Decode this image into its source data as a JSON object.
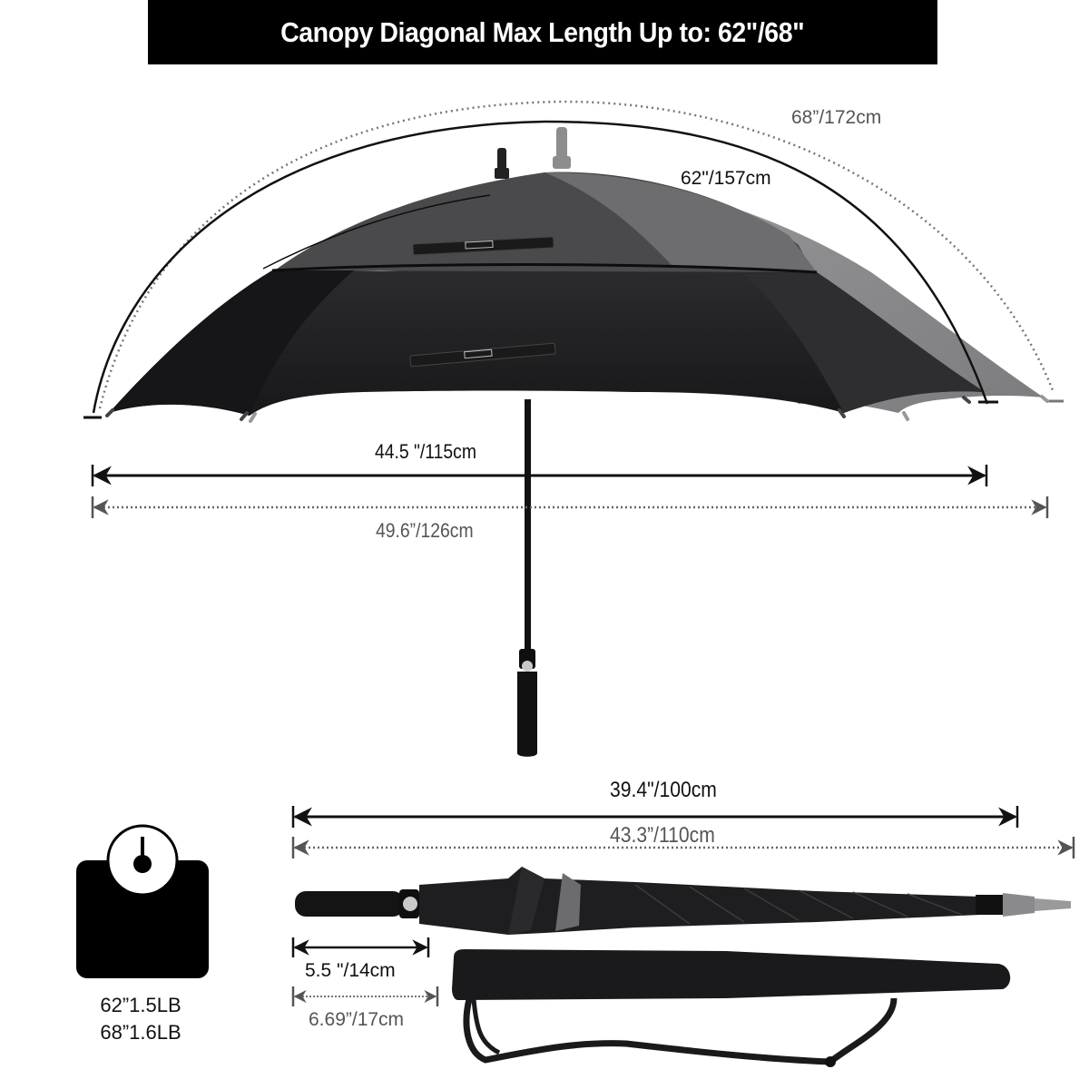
{
  "title": "Canopy Diagonal Max Length Up to: 62\"/68\"",
  "canopy_arc": {
    "inner_label": "62\"/157cm",
    "outer_label": "68”/172cm"
  },
  "open_width": {
    "inner_label": "44.5 \"/115cm",
    "outer_label": "49.6”/126cm"
  },
  "closed_length": {
    "inner_label": "39.4\"/100cm",
    "outer_label": "43.3”/110cm"
  },
  "handle_length": {
    "inner_label": "5.5 \"/14cm",
    "outer_label": "6.69”/17cm"
  },
  "weight": {
    "icon": "scale-icon",
    "lines": [
      "62”1.5LB",
      "68”1.6LB"
    ]
  },
  "colors": {
    "inner_dimension": "#111111",
    "outer_dimension": "#5a5a5a",
    "canopy_black": "#1c1c1e",
    "canopy_grey": "#8a8a8c",
    "banner_bg": "#000000",
    "banner_text": "#ffffff"
  }
}
